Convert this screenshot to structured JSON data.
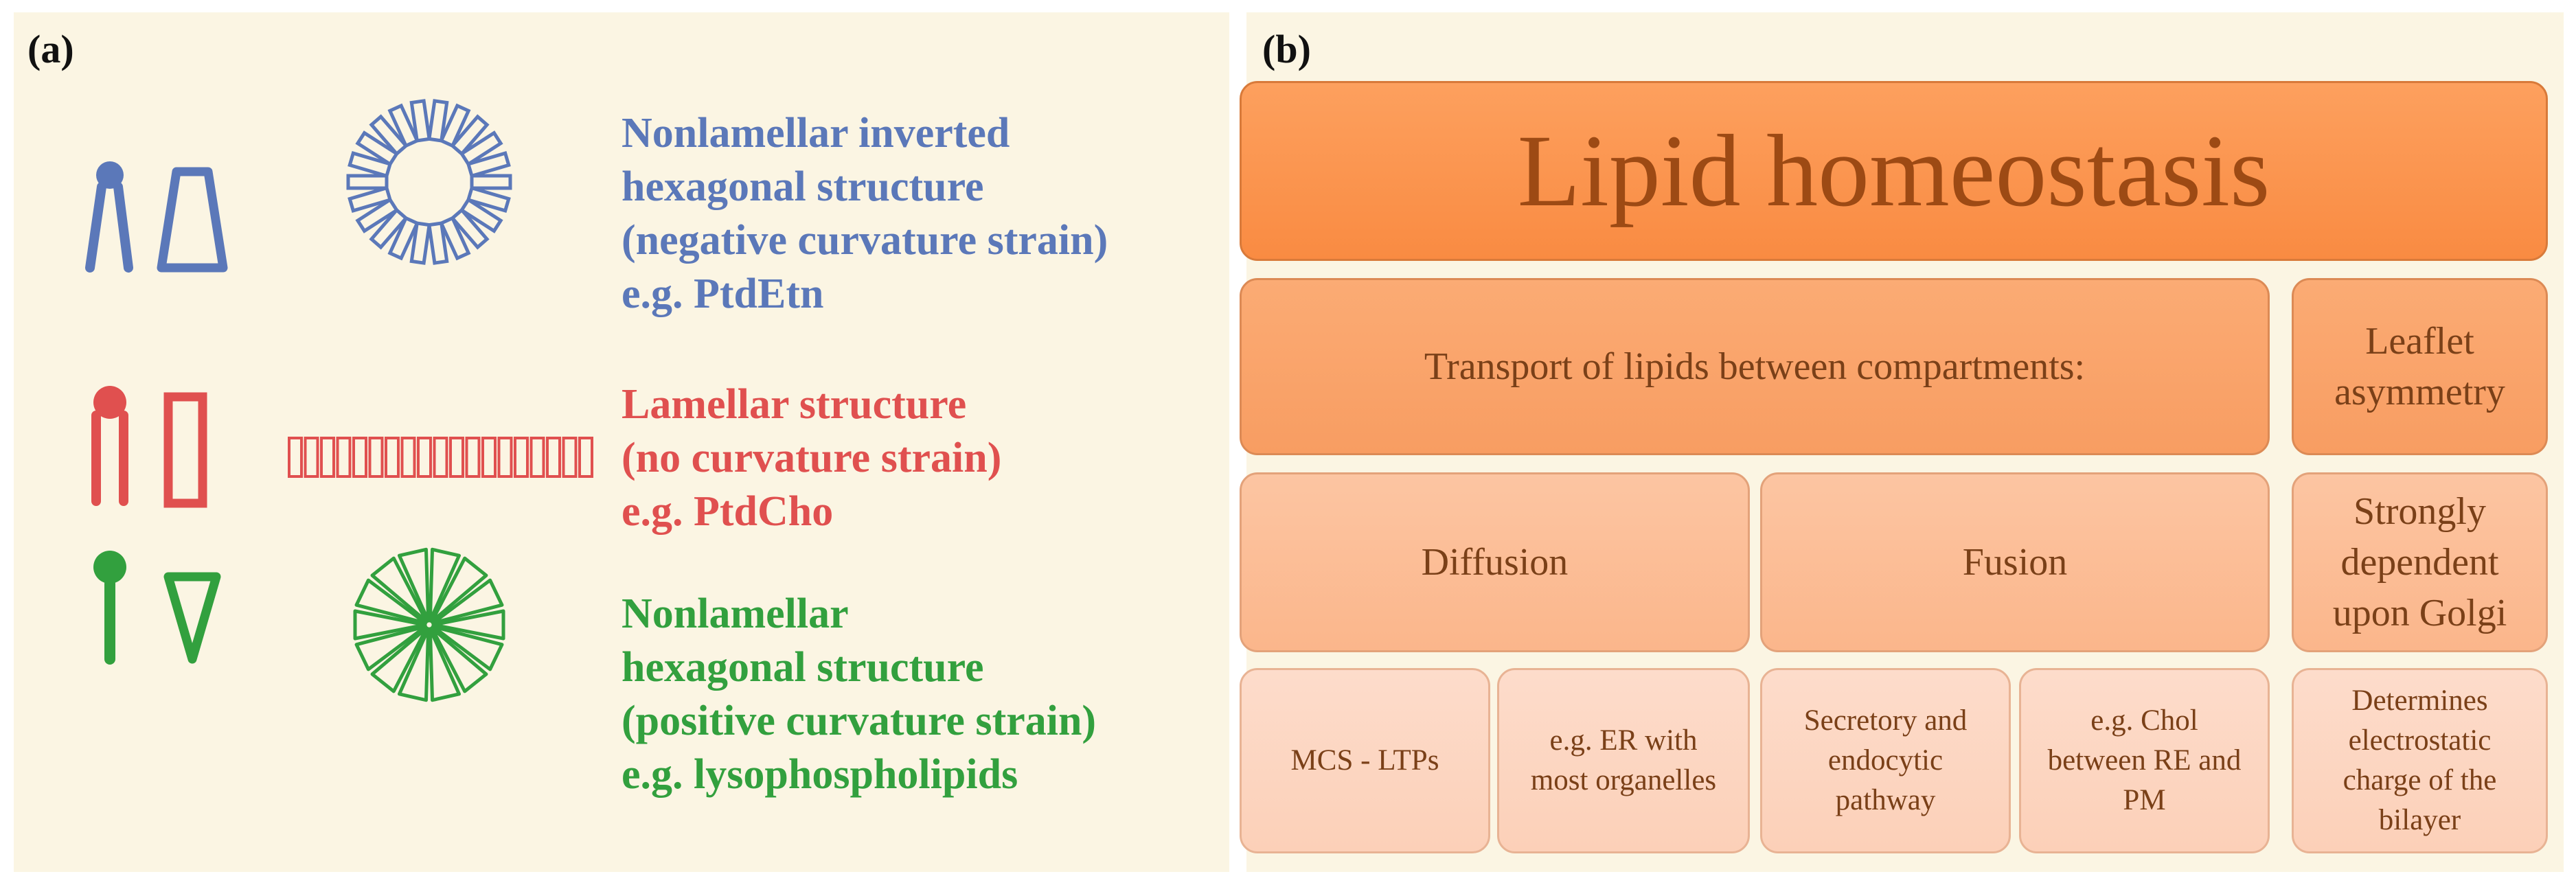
{
  "panel_a": {
    "letter": "(a)",
    "rows": [
      {
        "color": "#5b78b9",
        "lines": [
          "Nonlamellar  inverted",
          "hexagonal structure",
          "(negative curvature strain)",
          "e.g. PtdEtn"
        ],
        "icons": [
          "cone-lipid-icon",
          "inverted-trapezoid-icon",
          "inverted-micelle-ring-icon"
        ]
      },
      {
        "color": "#e0504f",
        "lines": [
          "Lamellar structure",
          "(no curvature strain)",
          "e.g. PtdCho"
        ],
        "icons": [
          "cylinder-lipid-icon",
          "rectangle-shape-icon",
          "bilayer-strip-icon"
        ]
      },
      {
        "color": "#32a03e",
        "lines": [
          "Nonlamellar",
          "hexagonal structure",
          "(positive curvature strain)",
          "e.g. lysophospholipids"
        ],
        "icons": [
          "single-tail-lipid-icon",
          "triangle-shape-icon",
          "micelle-starburst-icon"
        ]
      }
    ]
  },
  "panel_b": {
    "letter": "(b)",
    "level1": "Lipid homeostasis",
    "level2": {
      "transport": "Transport of lipids between compartments:",
      "asymmetry": [
        "Leaflet",
        "asymmetry"
      ]
    },
    "level3": {
      "diffusion": "Diffusion",
      "fusion": "Fusion",
      "golgi": [
        "Strongly",
        "dependent",
        "upon Golgi"
      ]
    },
    "level4": {
      "mcs": "MCS - LTPs",
      "er": [
        "e.g. ER with",
        "most organelles"
      ],
      "secretory": [
        "Secretory and",
        "endocytic",
        "pathway"
      ],
      "chol": [
        "e.g. Chol",
        "between RE and",
        "PM"
      ],
      "charge": [
        "Determines",
        "electrostatic",
        "charge of the",
        "bilayer"
      ]
    }
  }
}
